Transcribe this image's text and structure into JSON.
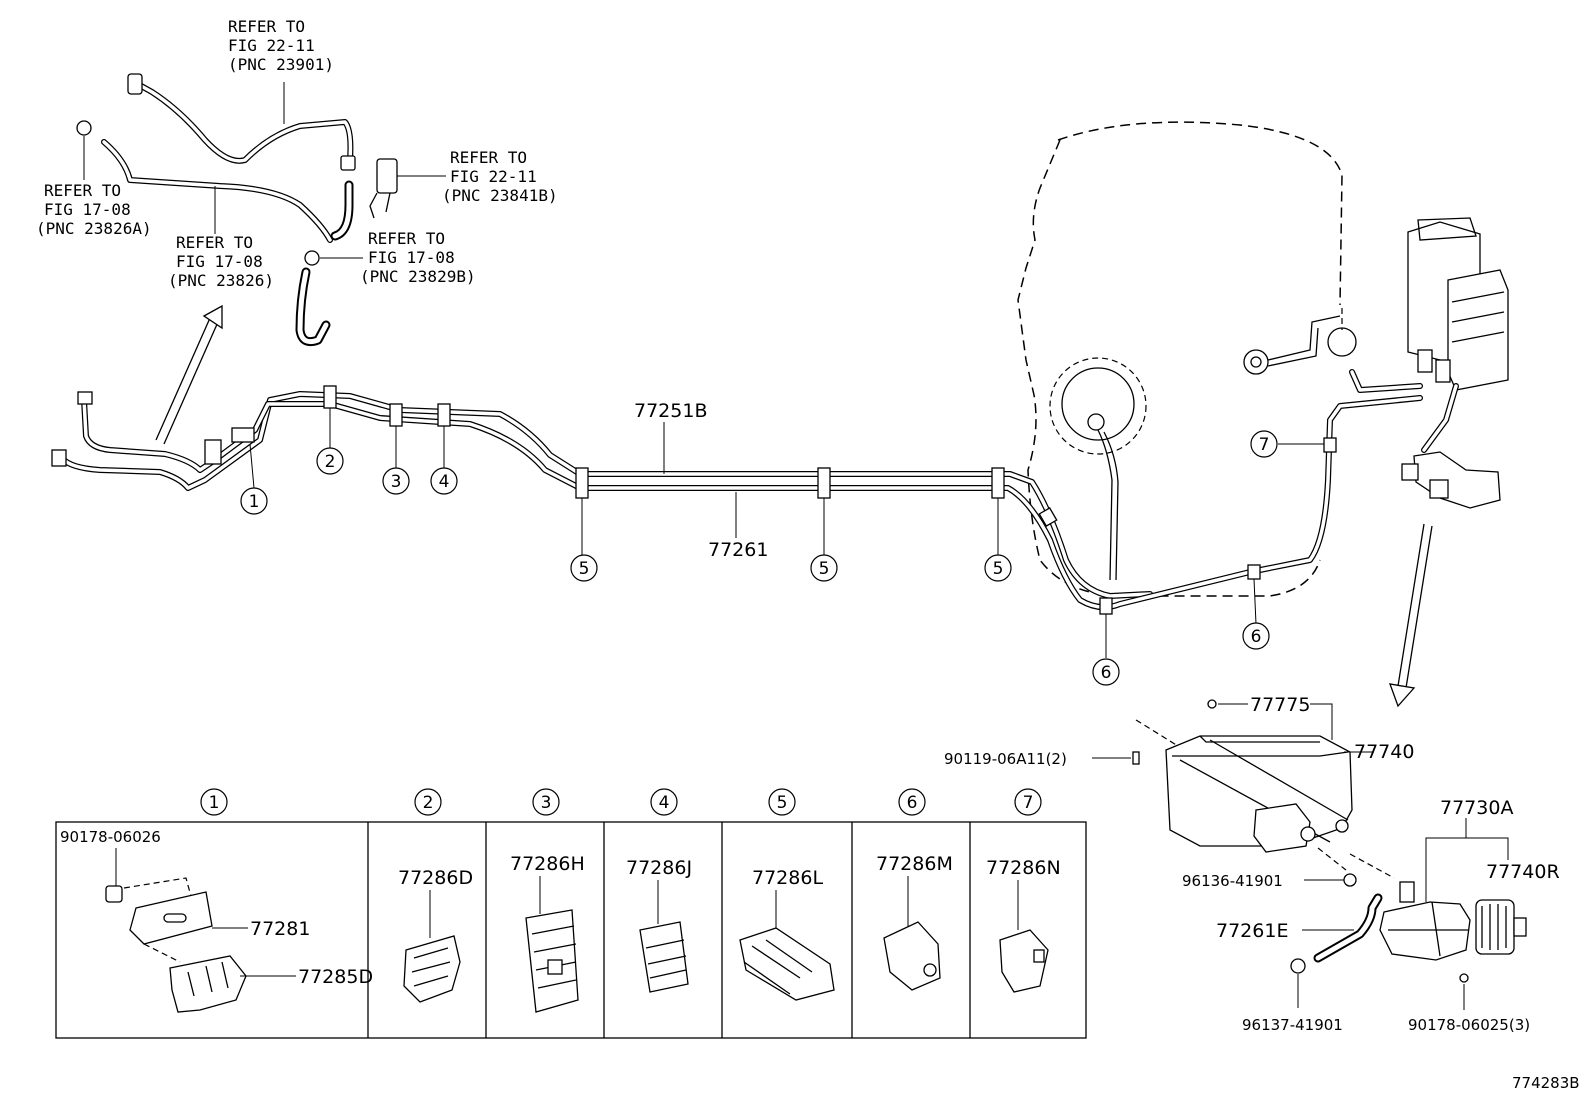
{
  "refs": {
    "r1": [
      "REFER TO",
      "FIG 22-11",
      "(PNC 23901)"
    ],
    "r2": [
      "REFER TO",
      "FIG 17-08",
      "(PNC 23826A)"
    ],
    "r3": [
      "REFER TO",
      "FIG 22-11",
      "(PNC 23841B)"
    ],
    "r4": [
      "REFER TO",
      "FIG 17-08",
      "(PNC 23826)"
    ],
    "r5": [
      "REFER TO",
      "FIG 17-08",
      "(PNC 23829B)"
    ]
  },
  "callouts": [
    "1",
    "2",
    "3",
    "4",
    "5",
    "6",
    "7"
  ],
  "parts": {
    "tube_main": "77251B",
    "tube_2": "77261",
    "canister": "77740",
    "plug": "77775",
    "bolt": "90119-06A11(2)",
    "clamp_a": "96136-41901",
    "hose": "77261E",
    "clamp_b": "96137-41901",
    "valve_assy": "77730A",
    "filter": "77740R",
    "screw": "90178-06025(3)"
  },
  "inset": {
    "headers": [
      "1",
      "2",
      "3",
      "4",
      "5",
      "6",
      "7"
    ],
    "c1_screw": "90178-06026",
    "c1_bracket": "77281",
    "c1_clamp": "77285D",
    "c2": "77286D",
    "c3": "77286H",
    "c4": "77286J",
    "c5": "77286L",
    "c6": "77286M",
    "c7": "77286N"
  },
  "figure_code": "774283B"
}
